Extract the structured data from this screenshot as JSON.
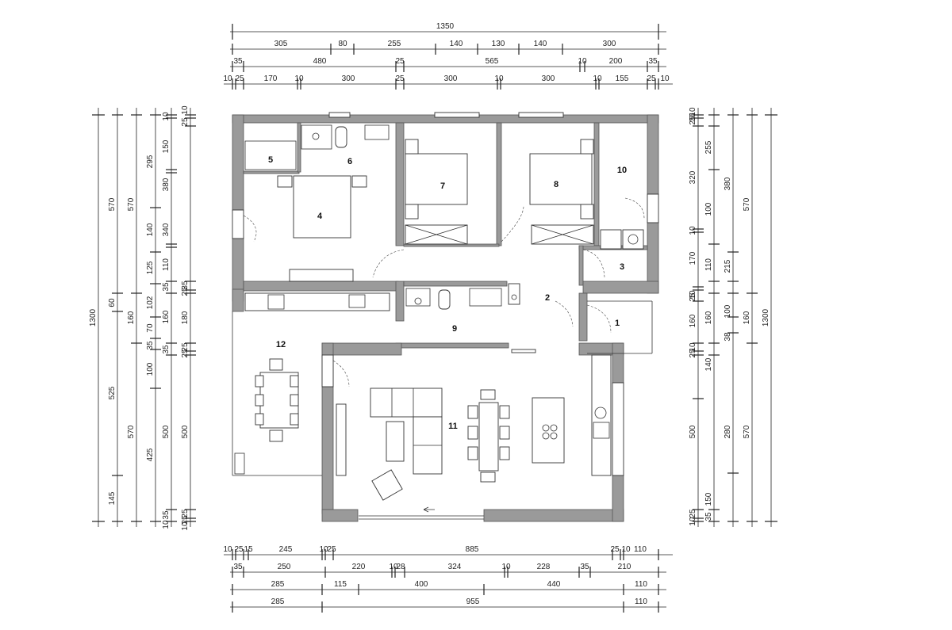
{
  "drawing": {
    "rooms": [
      "1",
      "2",
      "3",
      "4",
      "5",
      "6",
      "7",
      "8",
      "9",
      "10",
      "11",
      "12"
    ],
    "top_dims": {
      "row1": [
        "1350"
      ],
      "row2": [
        "305",
        "80",
        "255",
        "140",
        "130",
        "140",
        "300"
      ],
      "row3": [
        "35",
        "480",
        "25",
        "565",
        "10",
        "200",
        "35"
      ],
      "row4": [
        "10",
        "25",
        "170",
        "10",
        "300",
        "25",
        "300",
        "10",
        "300",
        "10",
        "155",
        "25",
        "10"
      ]
    },
    "bottom_dims": {
      "row1": [
        "10",
        "25",
        "15",
        "245",
        "10",
        "25",
        "885",
        "25",
        "10",
        "110"
      ],
      "row2": [
        "35",
        "250",
        "220",
        "10",
        "28",
        "324",
        "10",
        "228",
        "35",
        "210"
      ],
      "row3": [
        "285",
        "115",
        "400",
        "440",
        "110"
      ],
      "row4": [
        "285",
        "955",
        "110"
      ]
    },
    "left_dims": {
      "col1": [
        "1300"
      ],
      "col2": [
        "570",
        "60",
        "525",
        "145"
      ],
      "col3": [
        "570",
        "160",
        "570"
      ],
      "col4": [
        "295",
        "140",
        "125",
        "102",
        "70",
        "35",
        "100",
        "425"
      ],
      "col5": [
        "10",
        "150",
        "380",
        "340",
        "110",
        "35",
        "160",
        "35",
        "500",
        "35",
        "10"
      ],
      "col6": [
        "10",
        "25",
        "35",
        "25",
        "25",
        "180",
        "25",
        "25",
        "500",
        "25",
        "10"
      ]
    },
    "right_dims": {
      "col1": [
        "10",
        "25",
        "35",
        "255",
        "320",
        "10",
        "170",
        "110",
        "10",
        "25",
        "160",
        "10",
        "25",
        "140",
        "500",
        "150",
        "10",
        "25",
        "35"
      ],
      "col2": [
        "380",
        "100",
        "215",
        "100",
        "38",
        "280"
      ],
      "col3": [
        "570",
        "160",
        "570"
      ],
      "col4": [
        "1300"
      ]
    },
    "colors": {
      "wall_fill": "#9a9a9a",
      "line": "#222222",
      "background": "#ffffff"
    }
  }
}
